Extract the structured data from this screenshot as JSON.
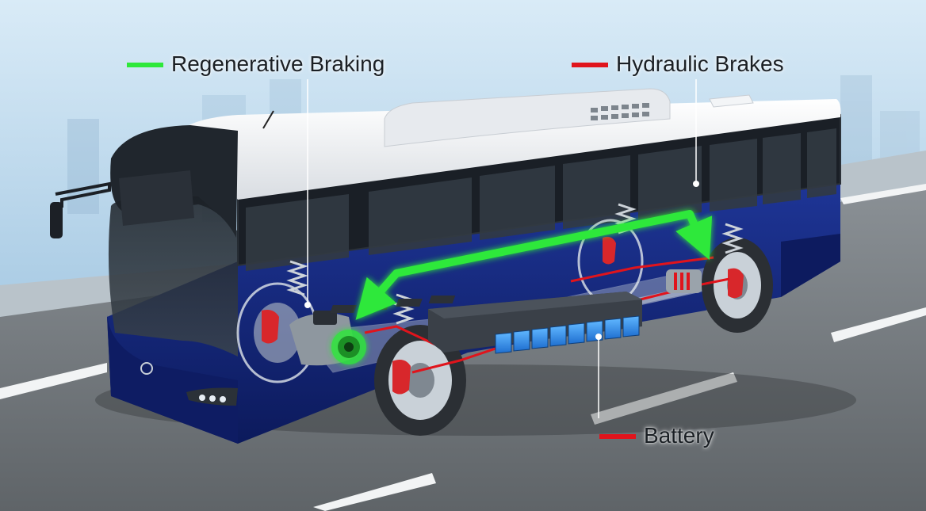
{
  "labels": {
    "regenerative_braking": "Regenerative Braking",
    "hydraulic_brakes": "Hydraulic Brakes",
    "battery": "Battery"
  },
  "colors": {
    "regenerative_braking": "#2ee83a",
    "hydraulic_brakes": "#e0141c",
    "battery": "#e0141c",
    "bus_body": "#13257a",
    "battery_cells": "#2f8fe8"
  }
}
